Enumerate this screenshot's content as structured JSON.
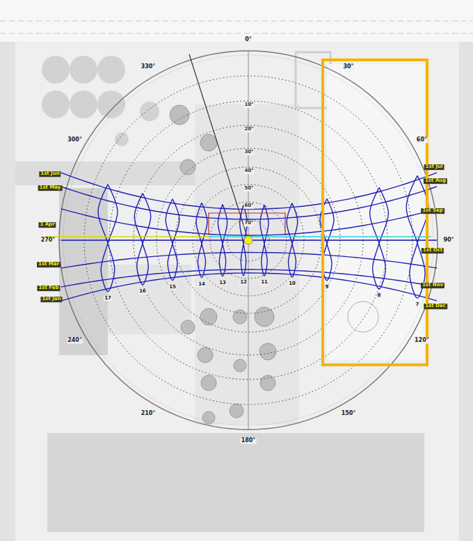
{
  "diagram": {
    "labels": [
      "0°",
      "30°",
      "60°",
      "90°",
      "120°",
      "150°",
      "180°",
      "210°",
      "240°",
      "270°",
      "300°",
      "330°",
      "10°",
      "20°",
      "30°",
      "40°",
      "50°",
      "60°",
      "70°",
      "17",
      "16",
      "15",
      "14",
      "13",
      "12",
      "11",
      "10",
      "9",
      "8",
      "7",
      "1st Jun",
      "1st May",
      "1 Apr",
      "1st Mar",
      "1st Feb",
      "1st Jan",
      "1st Jul",
      "1st Aug",
      "1st Sep",
      "1st Oct",
      "1st Nov",
      "1st Dec"
    ]
  }
}
